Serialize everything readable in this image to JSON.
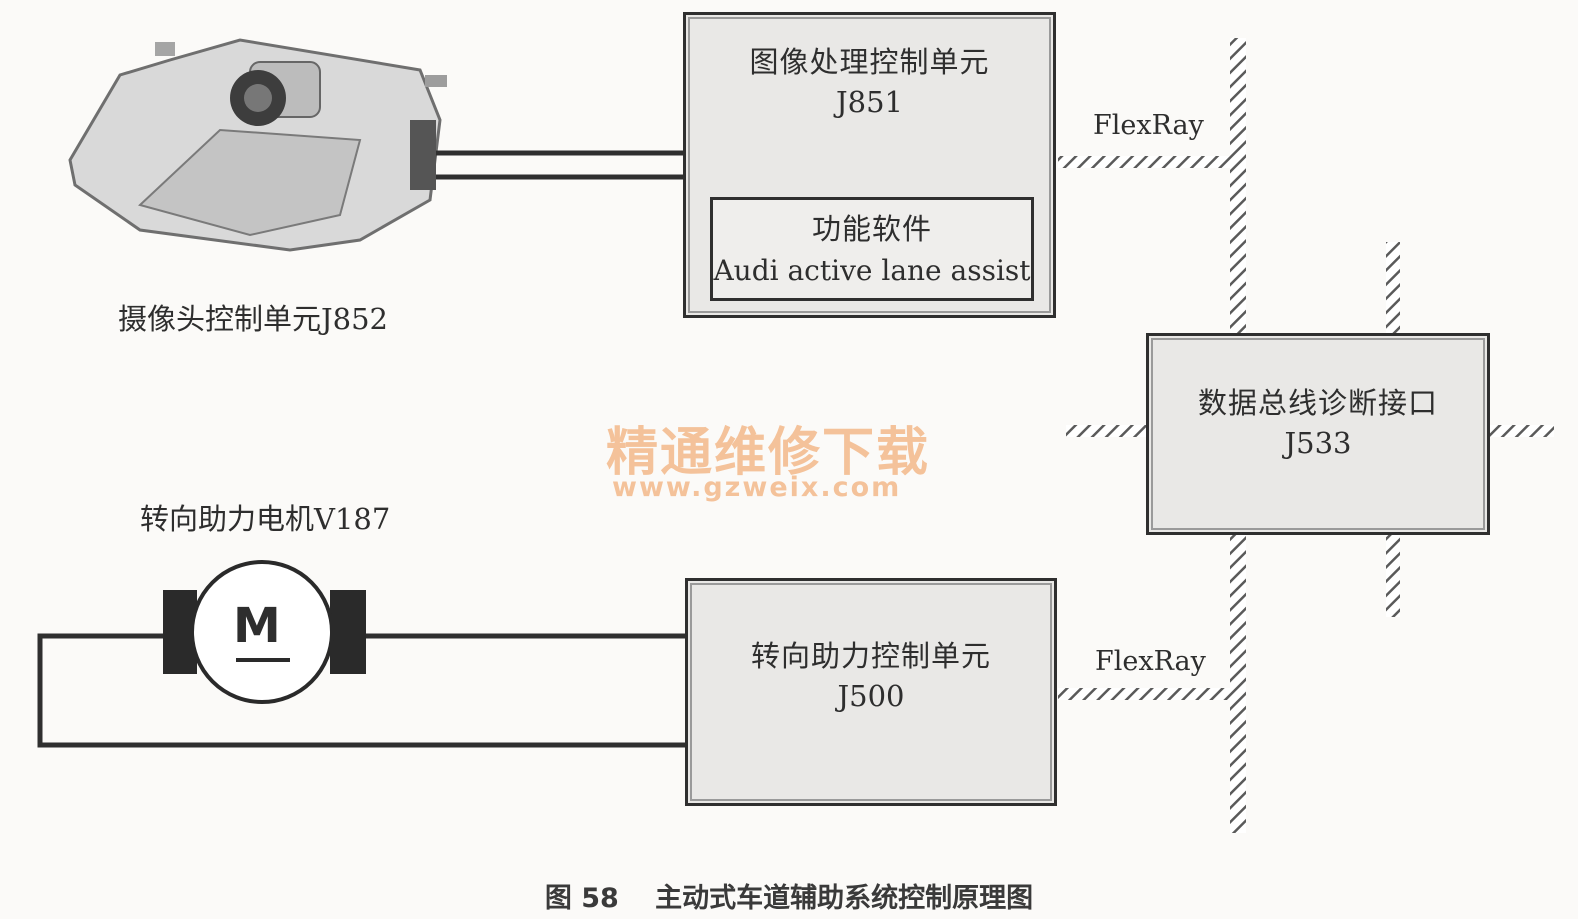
{
  "camera_unit": {
    "label": "摄像头控制单元J852"
  },
  "image_unit": {
    "title": "图像处理控制单元",
    "id": "J851",
    "software": {
      "title": "功能软件",
      "name": "Audi active lane assist"
    }
  },
  "gateway": {
    "title": "数据总线诊断接口",
    "id": "J533"
  },
  "steering_unit": {
    "title": "转向助力控制单元",
    "id": "J500"
  },
  "motor": {
    "label": "转向助力电机V187",
    "symbol": "M"
  },
  "bus": {
    "top_label": "FlexRay",
    "bottom_label": "FlexRay"
  },
  "watermark": {
    "text": "精通维修下载",
    "url": "www.gzweix.com"
  },
  "caption": "图 58　 主动式车道辅助系统控制原理图",
  "colors": {
    "box_fill": "#e9e8e6",
    "line": "#2f2f2f",
    "watermark": "#f3b98a"
  }
}
